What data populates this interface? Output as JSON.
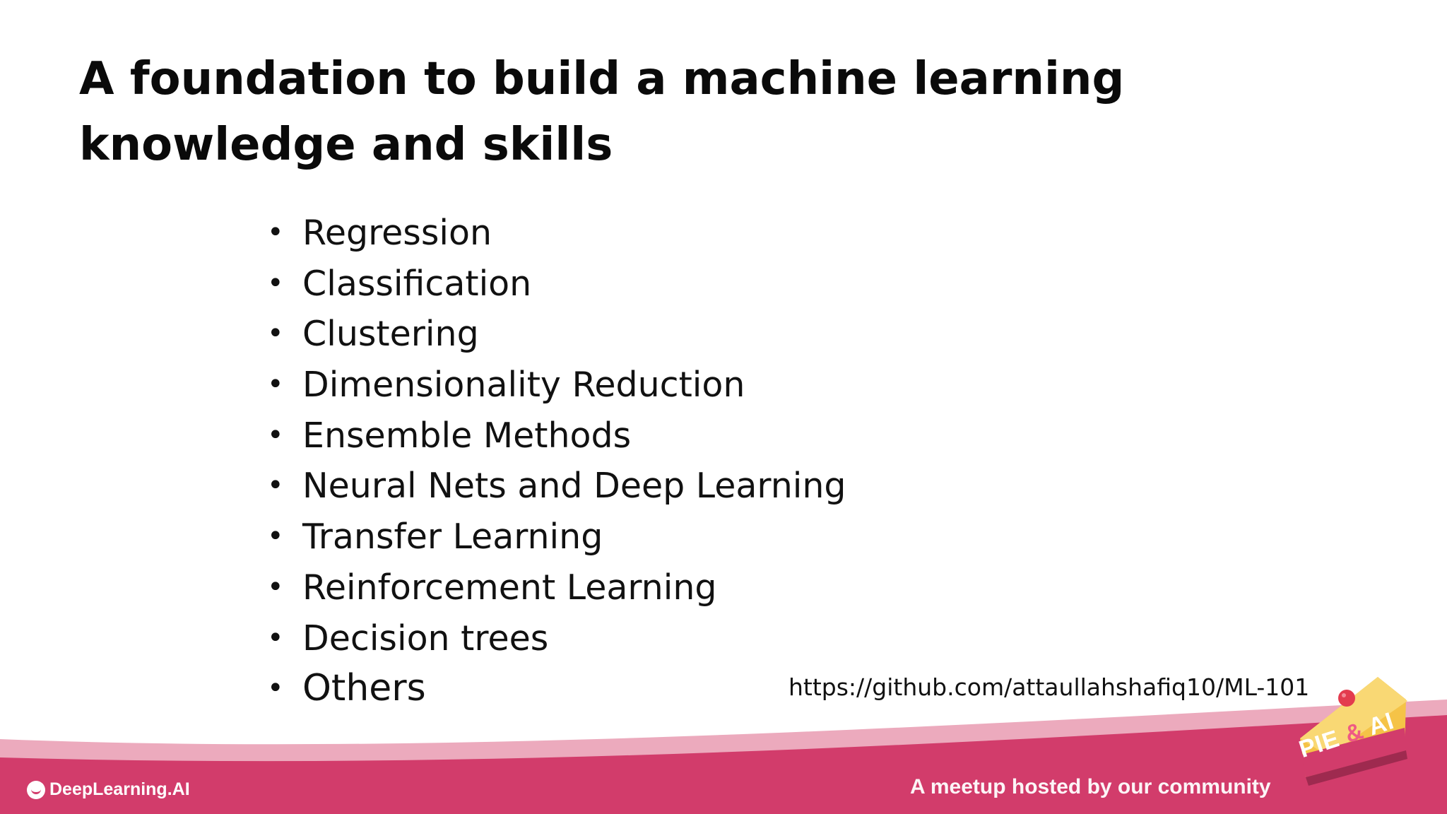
{
  "slide": {
    "title_lines": [
      "A foundation to build a machine learning",
      "knowledge and skills"
    ],
    "bullets": [
      "Regression",
      "Classification",
      "Clustering",
      "Dimensionality Reduction",
      "Ensemble Methods",
      "Neural Nets and Deep Learning",
      "Transfer Learning",
      "Reinforcement Learning",
      "Decision trees",
      "Others"
    ],
    "bullet_symbol": "•",
    "url": "https://github.com/attaullahshafiq10/ML-101"
  },
  "footer": {
    "brand": "DeepLearning.AI",
    "tagline": "A meetup hosted by our community",
    "event_logo": {
      "word1": "PIE",
      "amp": "&",
      "word2": "AI"
    },
    "colors": {
      "band": "#d23c6b",
      "band_light": "#e8839f",
      "pie_crust": "#f5c347",
      "cherry": "#e33b4e"
    }
  }
}
